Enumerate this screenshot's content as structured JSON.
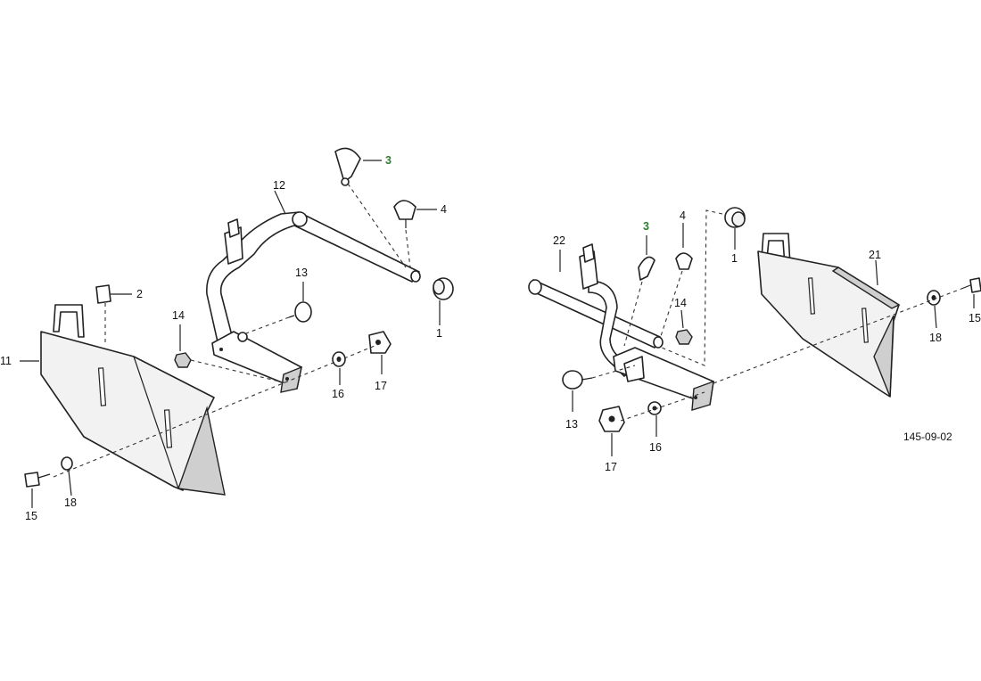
{
  "diagram": {
    "drawing_number": "145-09-02",
    "left_assembly": {
      "callouts": [
        "1",
        "2",
        "3",
        "4",
        "11",
        "12",
        "13",
        "14",
        "15",
        "16",
        "17",
        "18"
      ]
    },
    "right_assembly": {
      "callouts": [
        "1",
        "3",
        "4",
        "13",
        "14",
        "15",
        "16",
        "17",
        "18",
        "21",
        "22"
      ]
    },
    "highlight_color": "#2e7d32"
  }
}
